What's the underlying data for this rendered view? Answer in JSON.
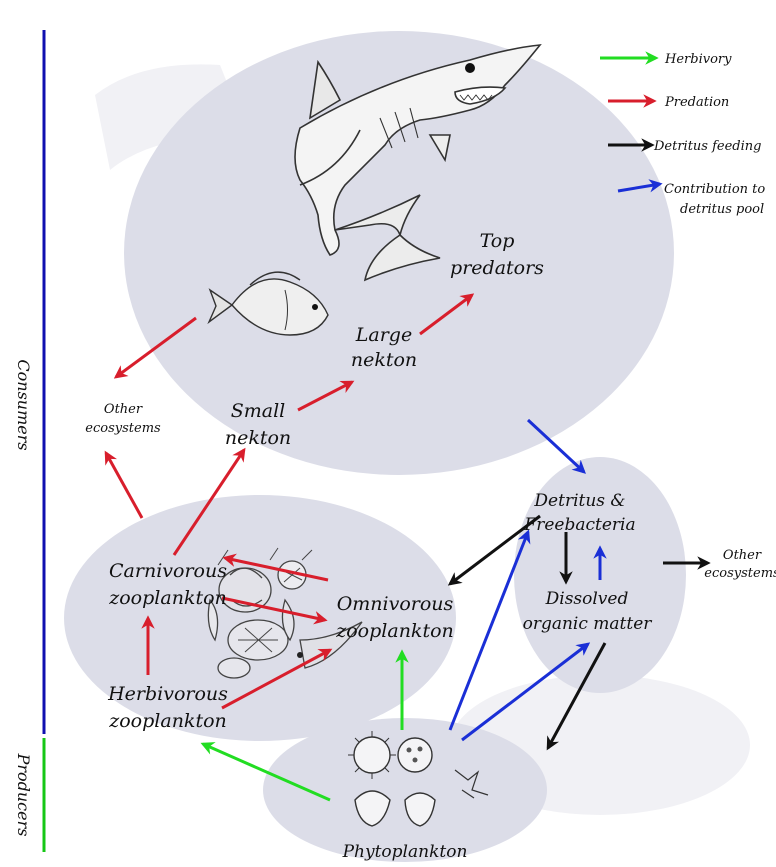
{
  "axis": {
    "consumers": "Consumers",
    "producers": "Producers"
  },
  "nodes": {
    "top_predators": [
      "Top",
      "predators"
    ],
    "large_nekton": [
      "Large",
      "nekton"
    ],
    "small_nekton": [
      "Small",
      "nekton"
    ],
    "other_ecosystems_left": [
      "Other",
      "ecosystems"
    ],
    "carnivorous": [
      "Carnivorous",
      "zooplankton"
    ],
    "omnivorous": [
      "Omnivorous",
      "zooplankton"
    ],
    "herbivorous": [
      "Herbivorous",
      "zooplankton"
    ],
    "detritus": [
      "Detritus &",
      "Freebacteria"
    ],
    "dissolved": [
      "Dissolved",
      "organic matter"
    ],
    "other_ecosystems_right": [
      "Other",
      "ecosystems"
    ],
    "phytoplankton": "Phytoplankton"
  },
  "legend": {
    "items": [
      {
        "label": "Herbivory",
        "color": "#22dd22"
      },
      {
        "label": "Predation",
        "color": "#e0202a"
      },
      {
        "label": "Detritus feeding",
        "color": "#111111"
      },
      {
        "label_lines": [
          "Contribution to",
          "detritus pool"
        ],
        "color": "#1a2fd6"
      }
    ]
  },
  "colors": {
    "herbivory": "#22dd22",
    "predation": "#d81e2c",
    "detritus_feeding": "#111111",
    "contribution": "#1a2fd6",
    "consumers_bar": "#1010b0",
    "producers_bar": "#16c716",
    "ellipse_fill": "#dcdde8"
  }
}
